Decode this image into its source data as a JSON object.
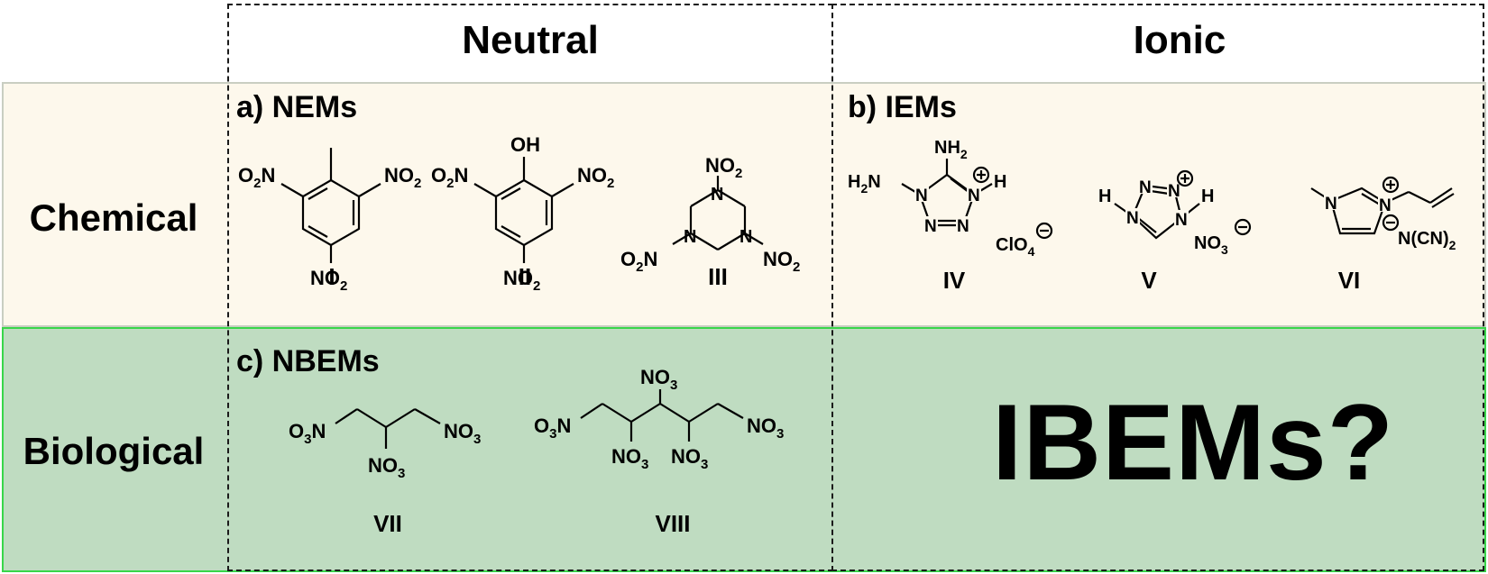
{
  "columns": {
    "neutral": "Neutral",
    "ionic": "Ionic"
  },
  "rows": {
    "chemical": "Chemical",
    "biological": "Biological"
  },
  "panels": {
    "a": "a) NEMs",
    "b": "b) IEMs",
    "c": "c) NBEMs"
  },
  "compounds": {
    "I": "I",
    "II": "II",
    "III": "III",
    "IV": "IV",
    "V": "V",
    "VI": "VI",
    "VII": "VII",
    "VIII": "VIII"
  },
  "question": "IBEMs?",
  "colors": {
    "chemical_band": "#fdf8ec",
    "biological_band": "#bfdcc1",
    "biological_border": "#38d64a",
    "chemical_border": "#c9cec2"
  }
}
